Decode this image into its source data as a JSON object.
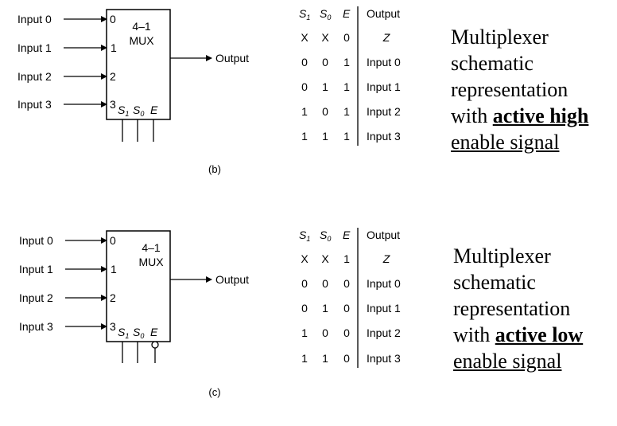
{
  "diagrams": [
    {
      "inputs": [
        "Input 0",
        "Input 1",
        "Input 2",
        "Input 3"
      ],
      "pins": [
        "0",
        "1",
        "2",
        "3"
      ],
      "mux_label": [
        "4–1",
        "MUX"
      ],
      "output_label": "Output",
      "select_labels": {
        "s1": "S",
        "s1_sub": "1",
        "s0": "S",
        "s0_sub": "0",
        "e": "E"
      },
      "caption": "(b)",
      "table": {
        "headers": {
          "s1": "S",
          "s1_sub": "1",
          "s0": "S",
          "s0_sub": "0",
          "e": "E",
          "output": "Output"
        },
        "rows": [
          [
            "X",
            "X",
            "0",
            "Z"
          ],
          [
            "0",
            "0",
            "1",
            "Input 0"
          ],
          [
            "0",
            "1",
            "1",
            "Input 1"
          ],
          [
            "1",
            "0",
            "1",
            "Input 2"
          ],
          [
            "1",
            "1",
            "1",
            "Input 3"
          ]
        ]
      },
      "description": {
        "line1": "Multiplexer",
        "line2": "schematic",
        "line3": "representation",
        "line4_prefix": "with ",
        "line4_emphasis": "active high",
        "line5": "enable signal"
      },
      "enable_inverted": false
    },
    {
      "inputs": [
        "Input 0",
        "Input 1",
        "Input 2",
        "Input 3"
      ],
      "pins": [
        "0",
        "1",
        "2",
        "3"
      ],
      "mux_label": [
        "4–1",
        "MUX"
      ],
      "output_label": "Output",
      "select_labels": {
        "s1": "S",
        "s1_sub": "1",
        "s0": "S",
        "s0_sub": "0",
        "e": "E"
      },
      "caption": "(c)",
      "table": {
        "headers": {
          "s1": "S",
          "s1_sub": "1",
          "s0": "S",
          "s0_sub": "0",
          "e": "E",
          "output": "Output"
        },
        "rows": [
          [
            "X",
            "X",
            "1",
            "Z"
          ],
          [
            "0",
            "0",
            "0",
            "Input 0"
          ],
          [
            "0",
            "1",
            "0",
            "Input 1"
          ],
          [
            "1",
            "0",
            "0",
            "Input 2"
          ],
          [
            "1",
            "1",
            "0",
            "Input 3"
          ]
        ]
      },
      "description": {
        "line1": "Multiplexer",
        "line2": "schematic",
        "line3": "representation",
        "line4_prefix": "with ",
        "line4_emphasis": "active low",
        "line5": "enable signal"
      },
      "enable_inverted": true
    }
  ]
}
